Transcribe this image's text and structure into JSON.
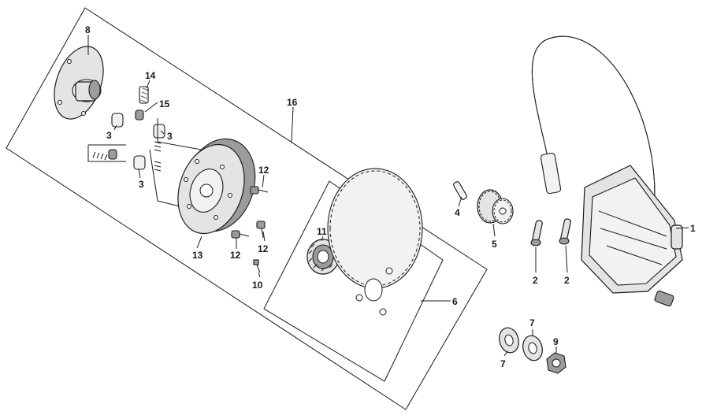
{
  "callouts": {
    "c1": "1",
    "c2a": "2",
    "c2b": "2",
    "c3a": "3",
    "c3b": "3",
    "c3c": "3",
    "c4": "4",
    "c5": "5",
    "c6": "6",
    "c7a": "7",
    "c7b": "7",
    "c8": "8",
    "c9": "9",
    "c10": "10",
    "c11": "11",
    "c12a": "12",
    "c12b": "12",
    "c12c": "12",
    "c13": "13",
    "c14": "14",
    "c15": "15",
    "c16": "16"
  }
}
